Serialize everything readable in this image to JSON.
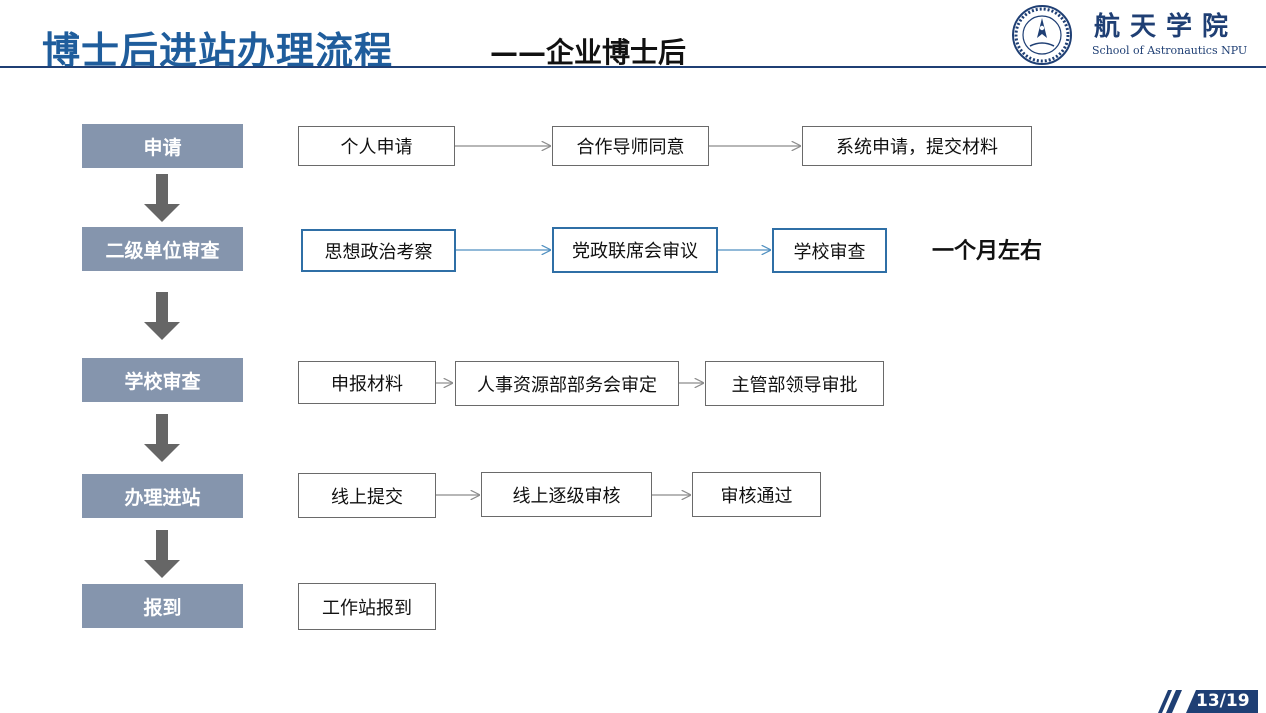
{
  "header": {
    "title_main": "博士后进站办理流程",
    "title_dash": "——",
    "title_sub": "企业博士后",
    "logo_name": "航天学院",
    "logo_en": "School of Astronautics NPU",
    "logo_seal_text": "西北工业大学 航天学院 School of Astronautics NPU"
  },
  "stages": [
    {
      "label": "申请",
      "steps": [
        "个人申请",
        "合作导师同意",
        "系统申请，提交材料"
      ]
    },
    {
      "label": "二级单位审查",
      "steps": [
        "思想政治考察",
        "党政联席会审议",
        "学校审查"
      ],
      "note": "一个月左右"
    },
    {
      "label": "学校审查",
      "steps": [
        "申报材料",
        "人事资源部部务会审定",
        "主管部领导审批"
      ]
    },
    {
      "label": "办理进站",
      "steps": [
        "线上提交",
        "线上逐级审核",
        "审核通过"
      ]
    },
    {
      "label": "报到",
      "steps": [
        "工作站报到"
      ]
    }
  ],
  "page": {
    "number": "13/19"
  },
  "colors": {
    "title_blue": "#1f5d9c",
    "stage_fill": "#8595ad",
    "blue_border": "#2f6fa6",
    "rule": "#1f3f74"
  }
}
